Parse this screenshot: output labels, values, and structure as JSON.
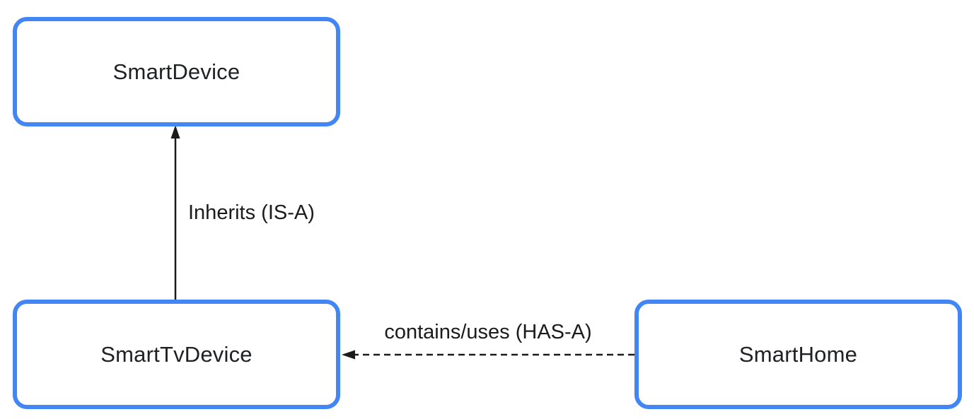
{
  "diagram": {
    "kind": "class-relationship-diagram",
    "background_color": "#ffffff",
    "node_border_color": "#4285f4",
    "node_fill_color": "#ffffff",
    "text_color": "#202124",
    "arrow_color": "#1b1b1b",
    "nodes": [
      {
        "id": "smart-device",
        "label": "SmartDevice",
        "position": "top-left"
      },
      {
        "id": "smart-tv-device",
        "label": "SmartTvDevice",
        "position": "bottom-left"
      },
      {
        "id": "smart-home",
        "label": "SmartHome",
        "position": "bottom-right"
      }
    ],
    "edges": [
      {
        "id": "inheritance",
        "from": "SmartTvDevice",
        "to": "SmartDevice",
        "label": "Inherits (IS-A)",
        "line_style": "solid",
        "arrow_direction": "up"
      },
      {
        "id": "composition",
        "from": "SmartHome",
        "to": "SmartTvDevice",
        "label": "contains/uses (HAS-A)",
        "line_style": "dashed",
        "arrow_direction": "left"
      }
    ]
  }
}
